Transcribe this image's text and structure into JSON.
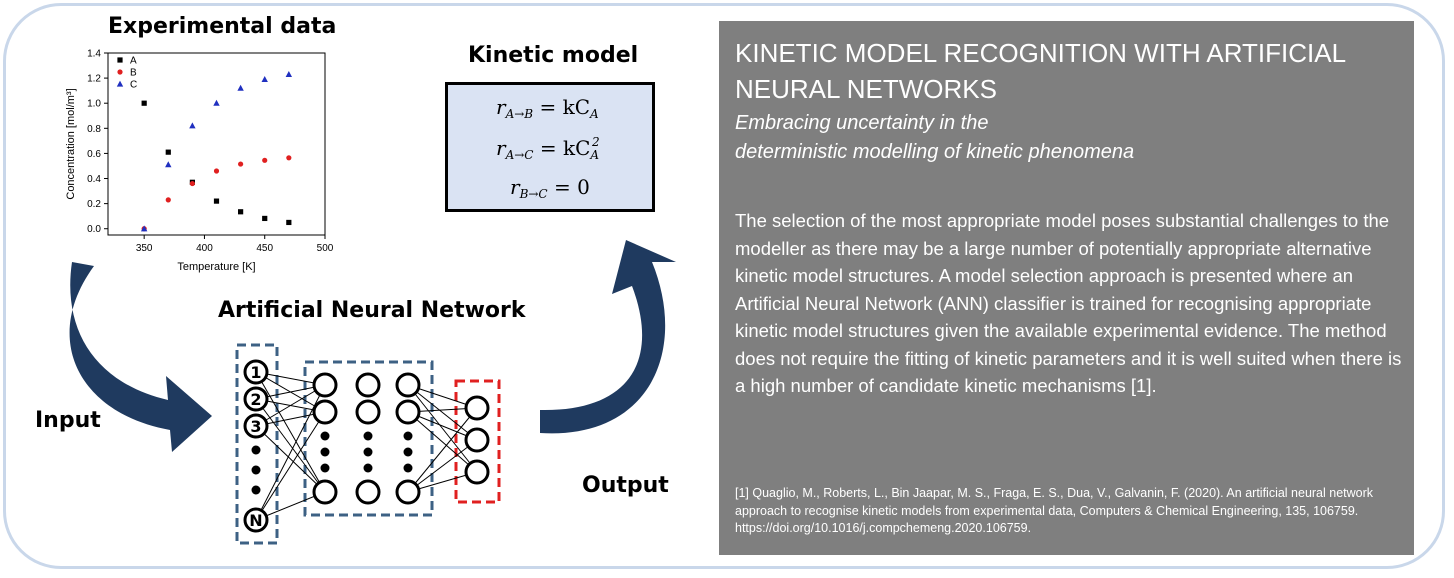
{
  "labels": {
    "experimental_data": "Experimental data",
    "kinetic_model": "Kinetic model",
    "ann": "Artificial Neural Network",
    "input": "Input",
    "output": "Output"
  },
  "kinetic_model": {
    "equations": [
      {
        "lhs": "r",
        "sub": "A→B",
        "rhs": "= kC",
        "rhs_sub": "A",
        "rhs_sup": ""
      },
      {
        "lhs": "r",
        "sub": "A→C",
        "rhs": "= kC",
        "rhs_sub": "A",
        "rhs_sup": "2"
      },
      {
        "lhs": "r",
        "sub": "B→C",
        "rhs": "= 0",
        "rhs_sub": "",
        "rhs_sup": ""
      }
    ]
  },
  "network": {
    "input_nodes": [
      "1",
      "2",
      "3",
      "N"
    ],
    "hidden_layers": 3,
    "output_nodes": 3
  },
  "panel": {
    "title": "KINETIC MODEL RECOGNITION WITH ARTIFICIAL NEURAL NETWORKS",
    "subtitle_line1": "Embracing uncertainty in the",
    "subtitle_line2": "deterministic modelling of kinetic phenomena",
    "body": "The selection of the most appropriate model poses substantial challenges to the modeller as there may be a large number of potentially appropriate alternative kinetic model structures. A model selection approach is presented where an Artificial Neural Network (ANN) classifier is trained for recognising appropriate kinetic model structures given the available experimental evidence. The method does not require the fitting of kinetic parameters and it is well suited when there is a high number of candidate kinetic mechanisms [1].",
    "reference": "[1] Quaglio, M., Roberts, L., Bin Jaapar, M. S., Fraga, E. S., Dua, V., Galvanin, F. (2020). An artificial neural network approach to recognise kinetic models from experimental data, Computers & Chemical Engineering, 135, 106759. https://doi.org/10.1016/j.compchemeng.2020.106759."
  },
  "colors": {
    "panel_bg": "#7f7f7f",
    "box_bg": "#dae3f3",
    "arrow": "#1f3a5f",
    "layer_dash": "#3d6184",
    "output_dash": "#e02020",
    "frame": "#c9d7ea"
  },
  "chart_data": {
    "type": "scatter",
    "xlabel": "Temperature [K]",
    "ylabel": "Concentration [mol/m³]",
    "xlim": [
      320,
      500
    ],
    "ylim": [
      -0.05,
      1.4
    ],
    "xticks": [
      350,
      400,
      450,
      500
    ],
    "yticks": [
      0.0,
      0.2,
      0.4,
      0.6,
      0.8,
      1.0,
      1.2,
      1.4
    ],
    "legend_position": "top-left",
    "series": [
      {
        "name": "A",
        "color": "#000000",
        "marker": "square",
        "x": [
          350,
          370,
          390,
          410,
          430,
          450,
          470
        ],
        "y": [
          1.0,
          0.61,
          0.37,
          0.22,
          0.135,
          0.082,
          0.05
        ]
      },
      {
        "name": "B",
        "color": "#e02020",
        "marker": "circle",
        "x": [
          350,
          370,
          390,
          410,
          430,
          450,
          470
        ],
        "y": [
          0.0,
          0.23,
          0.36,
          0.46,
          0.515,
          0.545,
          0.565
        ]
      },
      {
        "name": "C",
        "color": "#2030c0",
        "marker": "triangle",
        "x": [
          350,
          370,
          390,
          410,
          430,
          450,
          470
        ],
        "y": [
          0.0,
          0.51,
          0.82,
          1.0,
          1.12,
          1.19,
          1.23
        ]
      }
    ]
  }
}
